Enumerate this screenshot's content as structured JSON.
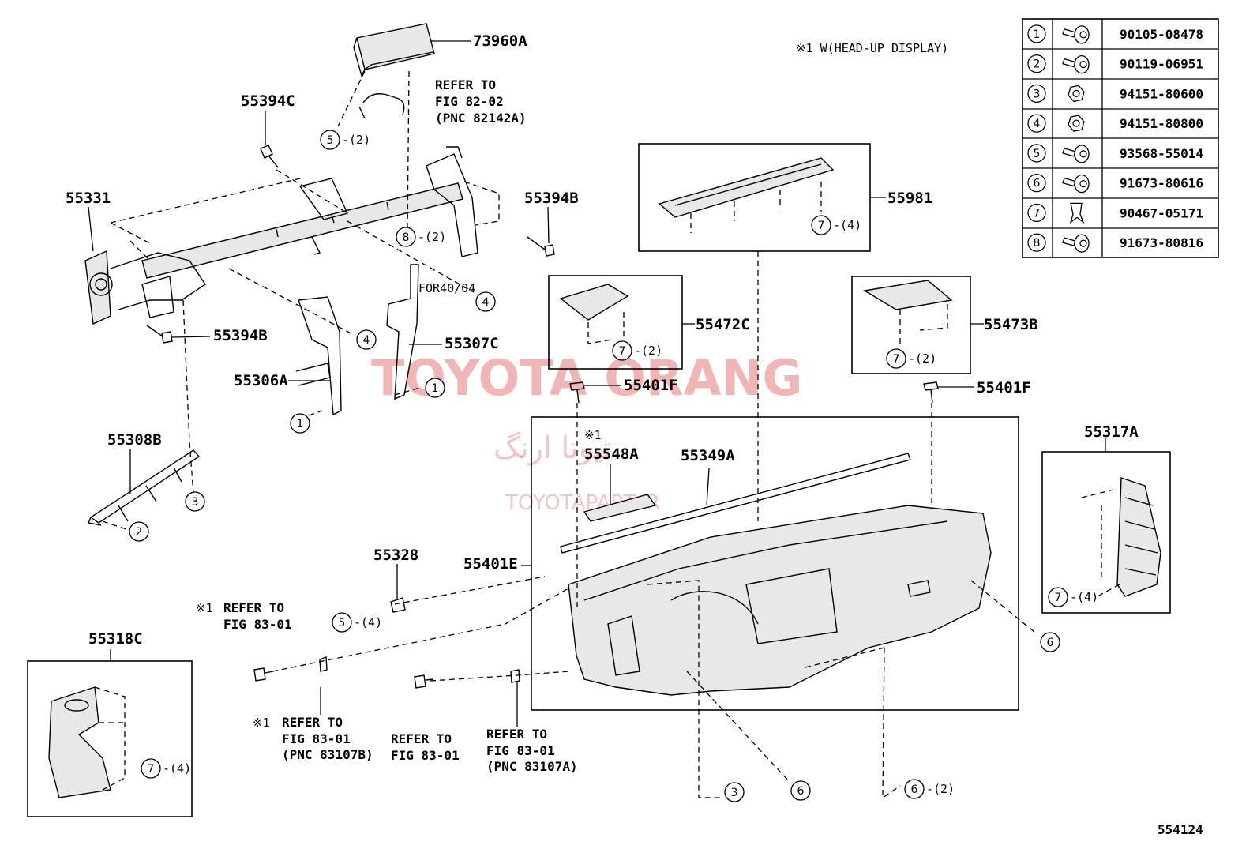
{
  "title_note": "※1 W(HEAD-UP DISPLAY)",
  "diagram_id": "554124",
  "watermark": {
    "brand": "TOYOTA ORANG",
    "brand_fa": "تیوتا ارنگ",
    "site": "TOYOTAPART.IR"
  },
  "fastener_table": [
    {
      "num": "1",
      "part": "90105-08478",
      "icon": "bolt-flange-icon"
    },
    {
      "num": "2",
      "part": "90119-06951",
      "icon": "bolt-flange-icon"
    },
    {
      "num": "3",
      "part": "94151-80600",
      "icon": "nut-icon"
    },
    {
      "num": "4",
      "part": "94151-80800",
      "icon": "nut-icon"
    },
    {
      "num": "5",
      "part": "93568-55014",
      "icon": "screw-icon"
    },
    {
      "num": "6",
      "part": "91673-80616",
      "icon": "bolt-washer-icon"
    },
    {
      "num": "7",
      "part": "90467-05171",
      "icon": "clip-icon"
    },
    {
      "num": "8",
      "part": "91673-80816",
      "icon": "bolt-washer-icon"
    }
  ],
  "parts": {
    "p73960A": "73960A",
    "p55394C": "55394C",
    "p55331": "55331",
    "p55394B_top": "55394B",
    "p55394B_left": "55394B",
    "p55307C": "55307C",
    "p55306A": "55306A",
    "p55308B": "55308B",
    "p55981": "55981",
    "p55472C": "55472C",
    "p55473B": "55473B",
    "p55401F_left": "55401F",
    "p55401F_right": "55401F",
    "p55548A": "55548A",
    "p55349A": "55349A",
    "p55317A": "55317A",
    "p55328": "55328",
    "p55401E": "55401E",
    "p55318C": "55318C"
  },
  "refs": {
    "ref_82": [
      "REFER TO",
      "FIG 82-02",
      "(PNC 82142A)"
    ],
    "ref_8301_a": [
      "REFER TO",
      "FIG 83-01"
    ],
    "ref_8301_b": [
      "REFER TO",
      "FIG 83-01",
      "(PNC 83107B)"
    ],
    "ref_8301_c": [
      "REFER TO",
      "FIG 83-01"
    ],
    "ref_8301_d": [
      "REFER TO",
      "FIG 83-01",
      "(PNC 83107A)"
    ]
  },
  "marks": {
    "star1": "※1"
  },
  "callouts": {
    "c5_2": {
      "num": "5",
      "qty": "-(2)"
    },
    "c8_2": {
      "num": "8",
      "qty": "-(2)"
    },
    "c4_a": {
      "num": "4",
      "qty": ""
    },
    "c4_b": {
      "num": "4",
      "qty": ""
    },
    "c1_a": {
      "num": "1",
      "qty": ""
    },
    "c1_b": {
      "num": "1",
      "qty": ""
    },
    "c3_a": {
      "num": "3",
      "qty": ""
    },
    "c2_a": {
      "num": "2",
      "qty": ""
    },
    "c7_55981": {
      "num": "7",
      "qty": "-(4)"
    },
    "c7_55472C": {
      "num": "7",
      "qty": "-(2)"
    },
    "c7_55473B": {
      "num": "7",
      "qty": "-(2)"
    },
    "c7_55317A": {
      "num": "7",
      "qty": "-(4)"
    },
    "c6_right": {
      "num": "6",
      "qty": ""
    },
    "c5_4": {
      "num": "5",
      "qty": "-(4)"
    },
    "c7_55318C": {
      "num": "7",
      "qty": "-(4)"
    },
    "c3_b": {
      "num": "3",
      "qty": ""
    },
    "c6_b": {
      "num": "6",
      "qty": ""
    },
    "c6_2": {
      "num": "6",
      "qty": "-(2)"
    }
  }
}
